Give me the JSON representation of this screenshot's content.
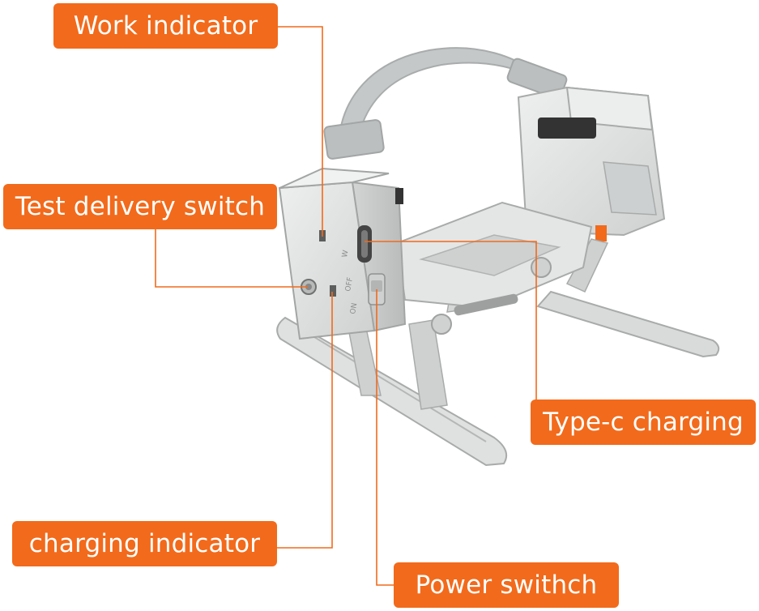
{
  "callouts": {
    "work_indicator": "Work indicator",
    "test_delivery_switch": "Test delivery switch",
    "type_c_charging": "Type-c charging",
    "charging_indicator": "charging indicator",
    "power_switch": "Power swithch"
  },
  "device_markings": {
    "w": "W",
    "off": "OFF",
    "on": "ON"
  },
  "colors": {
    "accent": "#f26a1b",
    "device_body": "#e2e3e3",
    "device_shadow": "#bfc1c1",
    "strap": "#c9cccc",
    "dark_part": "#3a3a3a"
  }
}
